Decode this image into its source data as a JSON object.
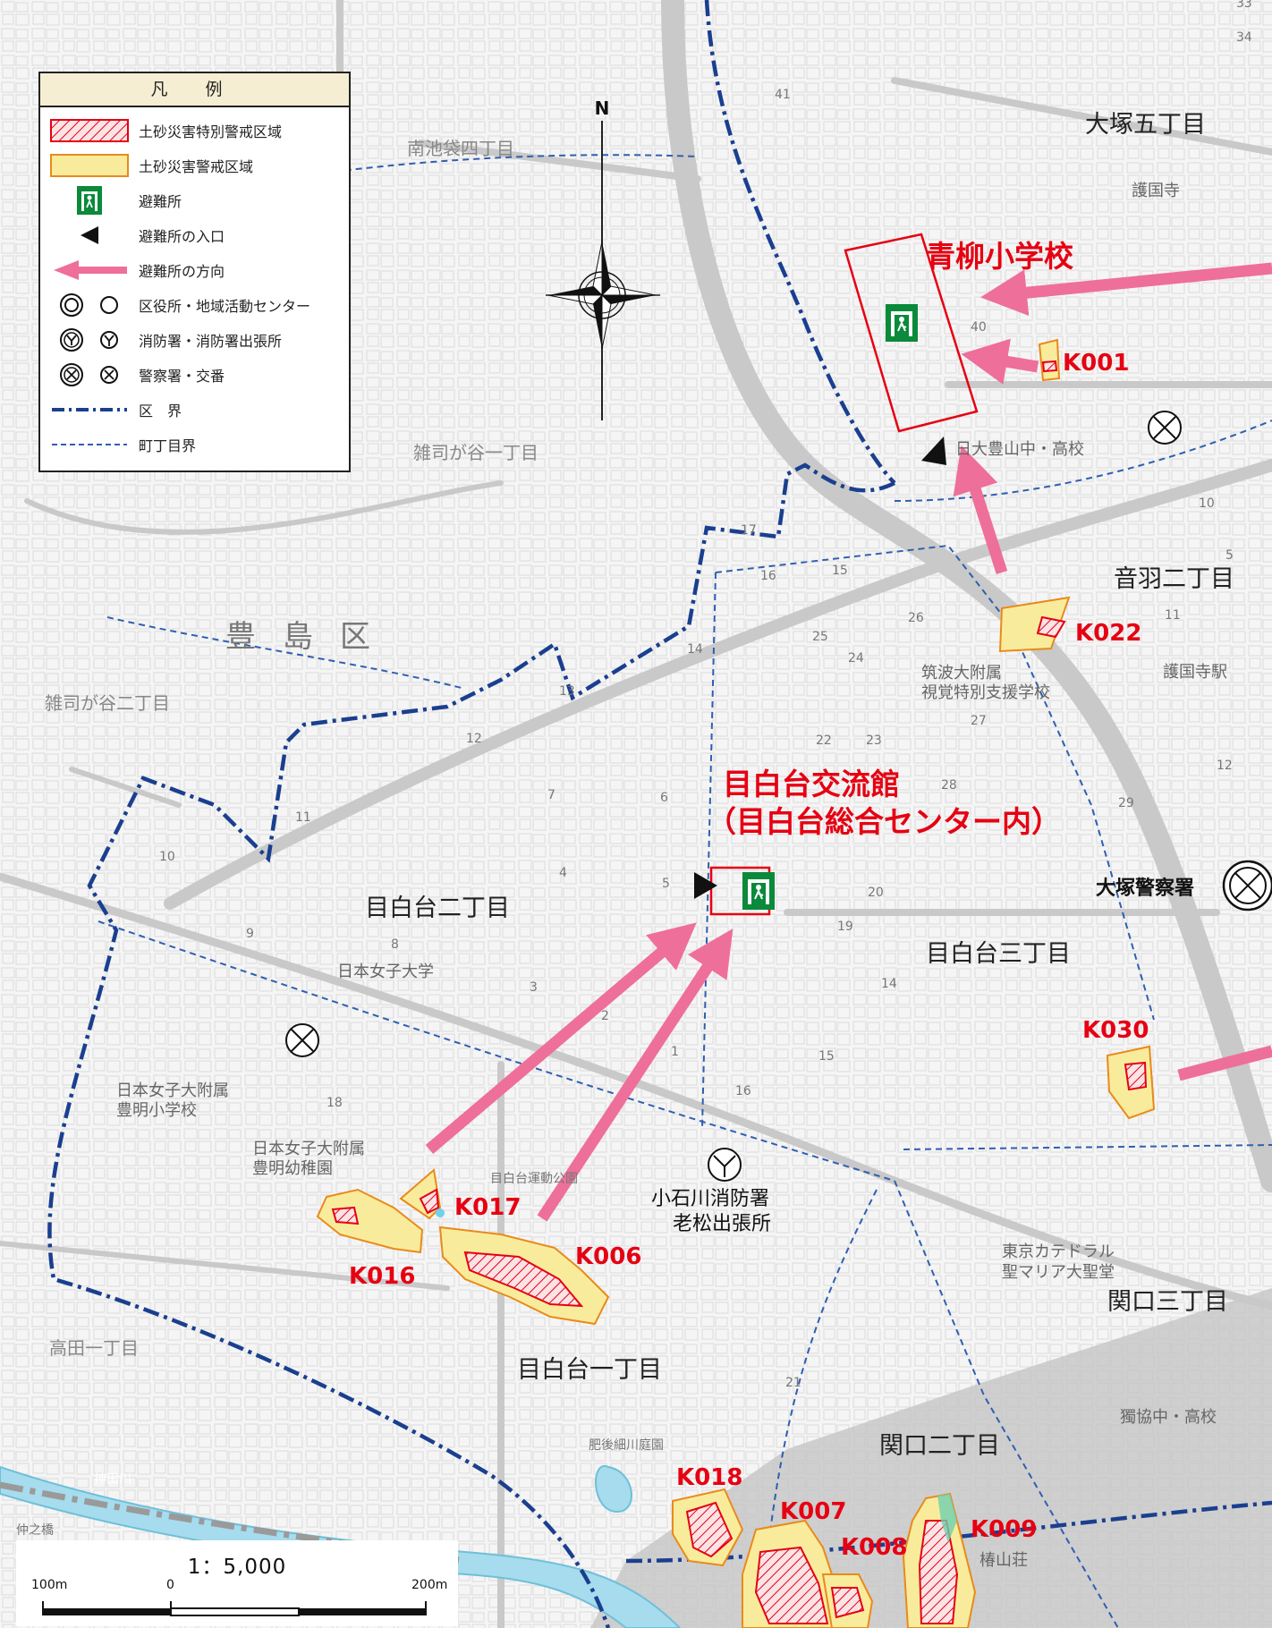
{
  "legend": {
    "title": "凡 例",
    "items": [
      {
        "symbol": "special-warning-zone-swatch",
        "label": "土砂災害特別警戒区域"
      },
      {
        "symbol": "warning-zone-swatch",
        "label": "土砂災害警戒区域"
      },
      {
        "symbol": "shelter-icon",
        "label": "避難所"
      },
      {
        "symbol": "entrance-triangle-icon",
        "label": "避難所の入口"
      },
      {
        "symbol": "direction-arrow-icon",
        "label": "避難所の方向"
      },
      {
        "symbol": "ward-office-icon",
        "label": "区役所・地域活動センター"
      },
      {
        "symbol": "fire-station-icon",
        "label": "消防署・消防署出張所"
      },
      {
        "symbol": "police-icon",
        "label": "警察署・交番"
      },
      {
        "symbol": "ward-boundary-line",
        "label": "区　界"
      },
      {
        "symbol": "chome-boundary-line",
        "label": "町丁目界"
      }
    ]
  },
  "compass": {
    "north_label": "N"
  },
  "scale": {
    "ratio": "1：5,000",
    "tick_left": "100m",
    "tick_mid": "0",
    "tick_right": "200m"
  },
  "colors": {
    "special_zone": "#e60012",
    "warning_zone": "#f8ec9c",
    "warning_zone_border": "#e98a1c",
    "ward_boundary": "#1a3f8f",
    "arrow": "#ee6f9a",
    "shelter_icon": "#0a8a3a",
    "river": "#a6dced"
  },
  "shelters": {
    "aoyagi": "青柳小学校",
    "mejirodai_line1": "目白台交流館",
    "mejirodai_line2": "（目白台総合センター内）"
  },
  "zones": [
    "K001",
    "K022",
    "K030",
    "K017",
    "K016",
    "K006",
    "K018",
    "K007",
    "K008",
    "K009"
  ],
  "places": {
    "otsuka5": "大塚五丁目",
    "otowa2": "音羽二丁目",
    "minamiikebukuro4": "南池袋四丁目",
    "zoshigaya1": "雑司が谷一丁目",
    "zoshigaya2": "雑司が谷二丁目",
    "toshima_ku": "豊島区",
    "mejirodai2": "目白台二丁目",
    "mejirodai3": "目白台三丁目",
    "mejirodai1": "目白台一丁目",
    "sekiguchi2": "関口二丁目",
    "sekiguchi3": "関口三丁目",
    "takada1": "高田一丁目",
    "gokokuji": "護国寺",
    "gokokuji_station": "護国寺駅",
    "nichidai": "日大豊山中・高校",
    "tsukuba_1": "筑波大附属",
    "tsukuba_2": "視覚特別支援学校",
    "jwu": "日本女子大学",
    "jwu_elem_1": "日本女子大附属",
    "jwu_elem_2": "豊明小学校",
    "jwu_kinder_1": "日本女子大附属",
    "jwu_kinder_2": "豊明幼稚園",
    "park": "目白台運動公園",
    "fire_station_1": "小石川消防署",
    "fire_station_2": "老松出張所",
    "police": "大塚警察署",
    "cathedral_1": "東京カテドラル",
    "cathedral_2": "聖マリア大聖堂",
    "dokkyo": "獨協中・高校",
    "higo": "肥後細川庭園",
    "kandagawa": "神田川",
    "nakanohashi": "仲之橋",
    "chinzanso": "椿山荘"
  },
  "blocks": [
    "33",
    "34",
    "41",
    "40",
    "10",
    "5",
    "11",
    "12",
    "15",
    "16",
    "17",
    "14",
    "13",
    "12",
    "11",
    "10",
    "9",
    "8",
    "7",
    "6",
    "5",
    "4",
    "3",
    "2",
    "1",
    "25",
    "24",
    "26",
    "27",
    "28",
    "29",
    "22",
    "23",
    "20",
    "19",
    "21",
    "18",
    "15",
    "14",
    "16"
  ]
}
